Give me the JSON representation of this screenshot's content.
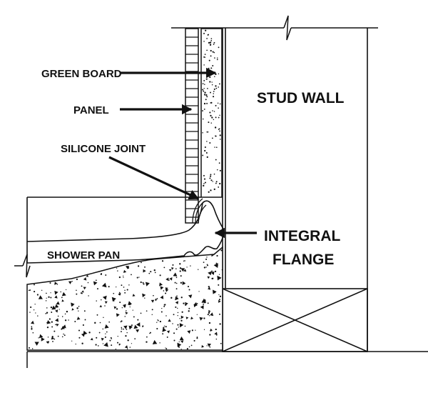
{
  "labels": {
    "green_board": "GREEN BOARD",
    "panel": "PANEL",
    "silicone_joint": "SILICONE JOINT",
    "stud_wall": "STUD WALL",
    "integral_line1": "INTEGRAL",
    "integral_line2": "FLANGE",
    "shower_pan": "SHOWER PAN"
  },
  "colors": {
    "ink": "#111111",
    "background": "#ffffff"
  }
}
